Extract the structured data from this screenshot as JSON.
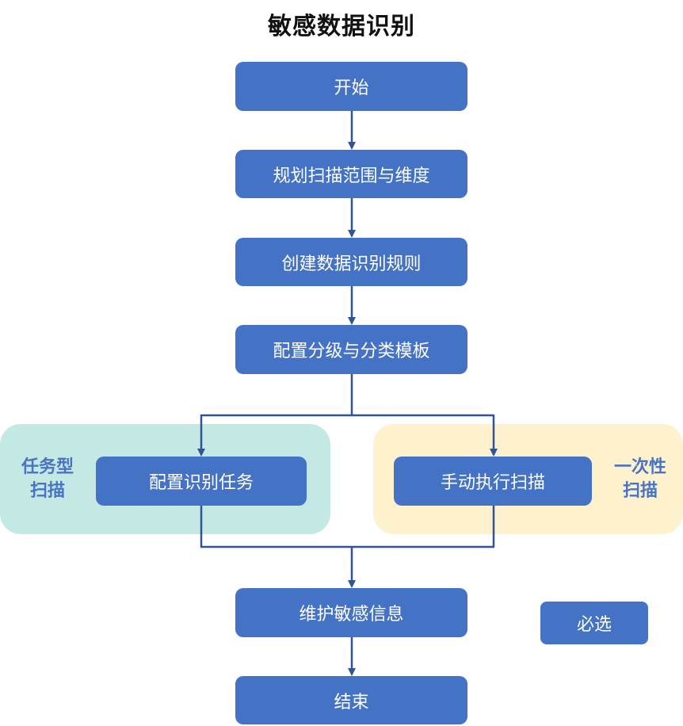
{
  "title": "敏感数据识别",
  "steps": {
    "start": "开始",
    "plan": "规划扫描范围与维度",
    "rules": "创建数据识别规则",
    "template": "配置分级与分类模板",
    "task": "配置识别任务",
    "manual": "手动执行扫描",
    "maintain": "维护敏感信息",
    "end": "结束"
  },
  "zones": {
    "task_scan": [
      "任务型",
      "扫描"
    ],
    "once_scan": [
      "一次性",
      "扫描"
    ]
  },
  "legend": {
    "required": "必选"
  },
  "colors": {
    "box": "#4472c4",
    "connector": "#2f5597",
    "task_zone": "#c4e8e4",
    "once_zone": "#fdf2cd",
    "zone_label": "#4a74c2"
  }
}
